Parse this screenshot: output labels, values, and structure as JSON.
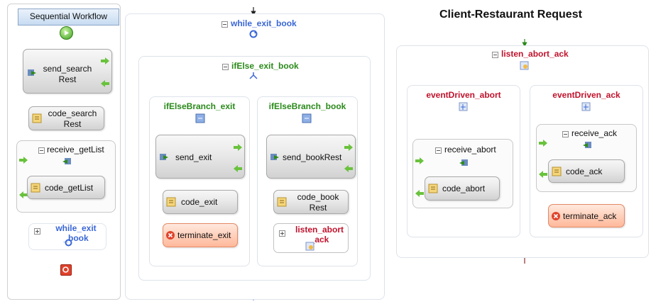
{
  "workflow": {
    "header": "Sequential Workflow",
    "send_search": "send_search\nRest",
    "code_search": "code_search\nRest",
    "receive_getList": "receive_getList",
    "code_getList": "code_getList",
    "while_exit_book": "while_exit\n_book"
  },
  "loop": {
    "while_label": "while_exit_book",
    "ifelse_label": "ifElse_exit_book",
    "branch_exit": "ifElseBranch_exit",
    "branch_book": "ifElseBranch_book",
    "send_exit": "send_exit",
    "send_bookRest": "send_bookRest",
    "code_exit": "code_exit",
    "code_bookRest": "code_book\nRest",
    "terminate_exit": "terminate_exit",
    "listen_abort_ack": "listen_abort\n_ack"
  },
  "client": {
    "title": "Client-Restaurant Request",
    "listen_label": "listen_abort_ack",
    "event_abort": "eventDriven_abort",
    "event_ack": "eventDriven_ack",
    "receive_abort": "receive_abort",
    "receive_ack": "receive_ack",
    "code_abort": "code_abort",
    "code_ack": "code_ack",
    "terminate_ack": "terminate_ack"
  },
  "colors": {
    "flow_arrow": "#1a1a1a",
    "ifelse_branch": "#2e8b1e",
    "listen_branch": "#b53b3b",
    "loop_back": "#5f86d6"
  }
}
